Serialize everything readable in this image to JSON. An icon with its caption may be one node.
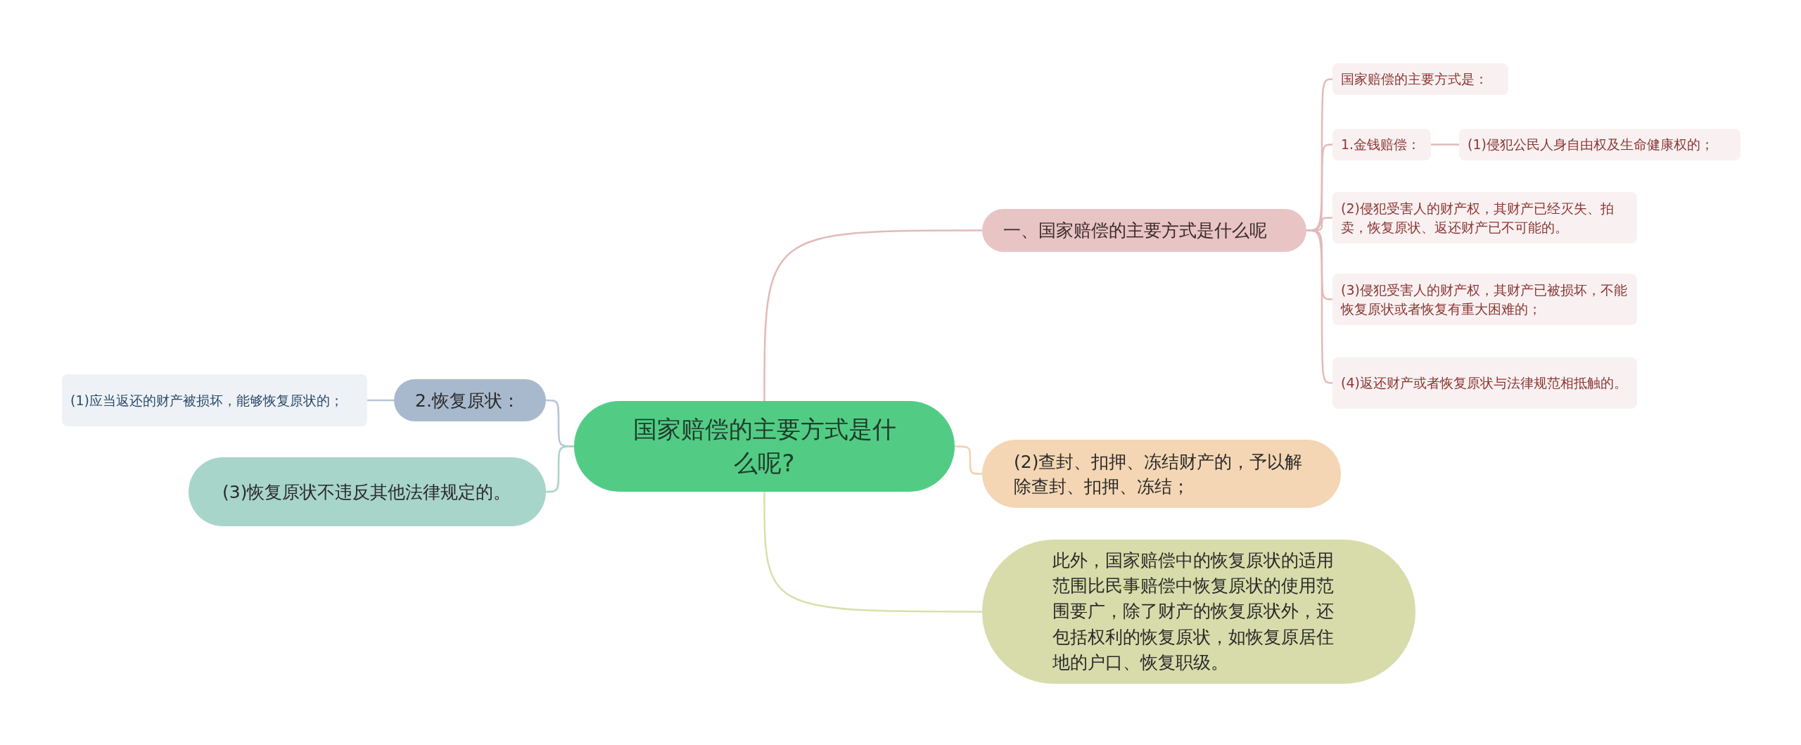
{
  "diagram": {
    "nodes": [
      {
        "text": [
          "国家赔偿的主要方式是什么呢?"
        ]
      },
      {
        "text": [
          "一、国家赔偿的主要方式是什么呢"
        ]
      },
      {
        "text": [
          "国家赔偿的主要方式是："
        ]
      },
      {
        "text": [
          "1.金钱赔偿："
        ]
      },
      {
        "text": [
          "(1)侵犯公民人身自由权及生命健康权的；"
        ]
      },
      {
        "text": [
          "(2)侵犯受害人的财产权，其财产已经灭失、拍卖，恢复原状、返还财产已不可能的。"
        ]
      },
      {
        "text": [
          "(3)侵犯受害人的财产权，其财产已被损坏，不能恢复原状或者恢复有重大困难的；"
        ]
      },
      {
        "text": [
          "(4)返还财产或者恢复原状与法律规范相抵触的。"
        ]
      },
      {
        "text": [
          "(2)查封、扣押、冻结财产的，予以解除查封、扣押、冻结；"
        ]
      },
      {
        "text": [
          "此外，国家赔偿中的恢复原状的适用范围比民事赔偿中恢复原状的使用范围要广，除了财产的恢复原状外，还包括权利的恢复原状，如恢复原居住地的户口、恢复职级。"
        ]
      },
      {
        "text": [
          "2.恢复原状："
        ]
      },
      {
        "text": [
          "(1)应当返还的财产被损坏，能够恢复原状的；"
        ]
      },
      {
        "text": [
          "(3)恢复原状不违反其他法律规定的。"
        ]
      }
    ],
    "edges": [
      {
        "from": 0,
        "to": 1,
        "arrow": "none"
      },
      {
        "from": 1,
        "to": 2,
        "arrow": "none"
      },
      {
        "from": 1,
        "to": 3,
        "arrow": "none"
      },
      {
        "from": 3,
        "to": 4,
        "arrow": "none"
      },
      {
        "from": 1,
        "to": 5,
        "arrow": "none"
      },
      {
        "from": 1,
        "to": 6,
        "arrow": "none"
      },
      {
        "from": 1,
        "to": 7,
        "arrow": "none"
      },
      {
        "from": 0,
        "to": 8,
        "arrow": "none",
        "color": "#f0d2b0"
      },
      {
        "from": 0,
        "to": 9,
        "arrow": "none",
        "color": "#d9dfa9"
      },
      {
        "from": 0,
        "to": 10,
        "arrow": "none",
        "color": "#b6c5d6"
      },
      {
        "from": 10,
        "to": 11,
        "arrow": "none",
        "color": "#b6c5d6"
      },
      {
        "from": 0,
        "to": 12,
        "arrow": "none",
        "color": "#aad3c8"
      }
    ]
  }
}
